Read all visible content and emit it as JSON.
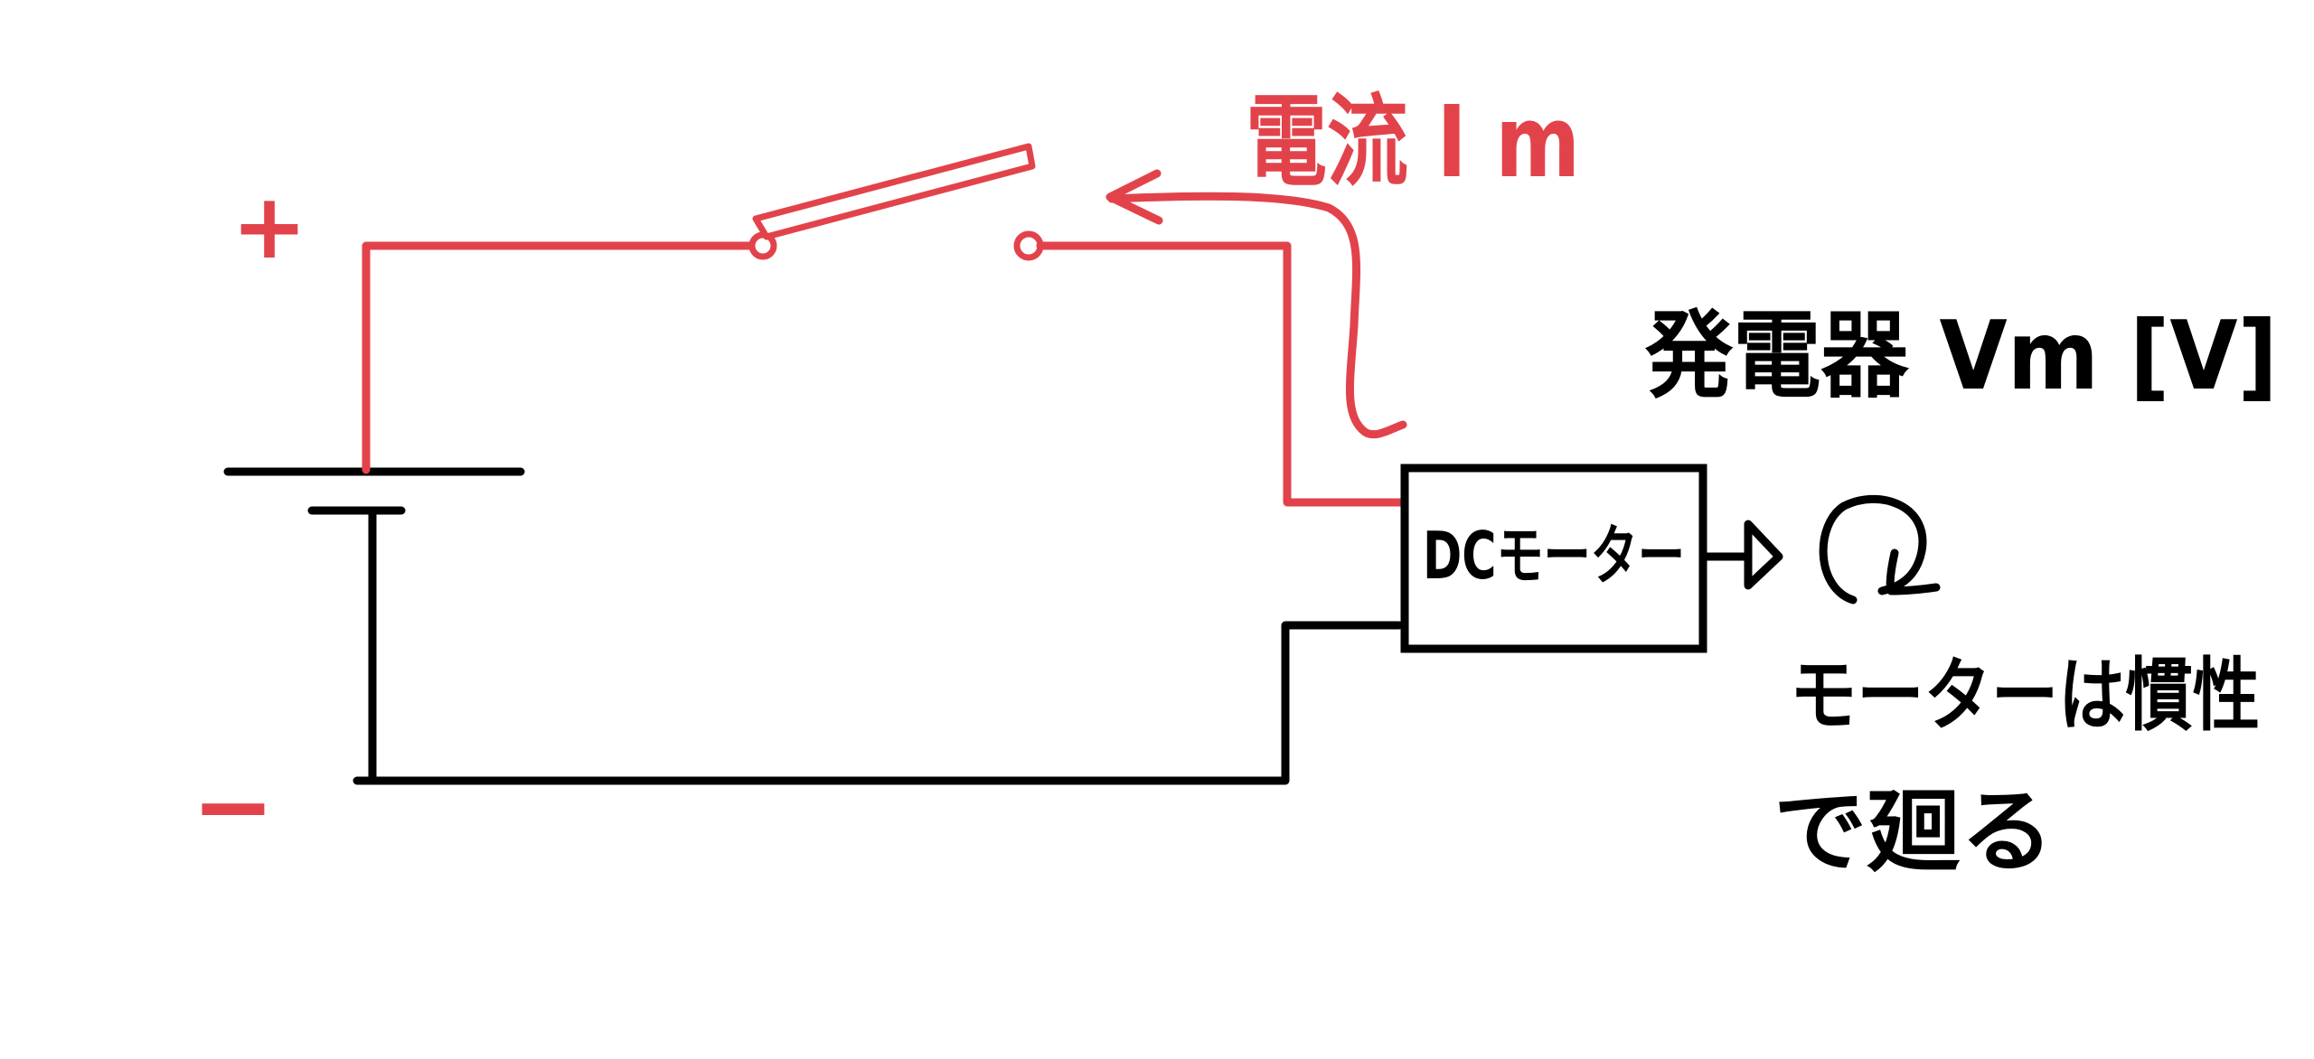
{
  "colors": {
    "live_wire": "#e2434b",
    "return_wire": "#000000",
    "background": "#ffffff"
  },
  "battery": {
    "plus_label": "+",
    "minus_label": "−"
  },
  "current": {
    "label": "電流 I m",
    "icon": "arrow-left-icon"
  },
  "switch": {
    "state": "open"
  },
  "motor": {
    "label": "DCモーター",
    "generator_label": "発電器 Vm [V]",
    "shaft_icon": "shaft-arrow-icon",
    "rotation_icon": "rotation-icon",
    "note_line1": "モーターは慣性",
    "note_line2": "で廻る"
  }
}
